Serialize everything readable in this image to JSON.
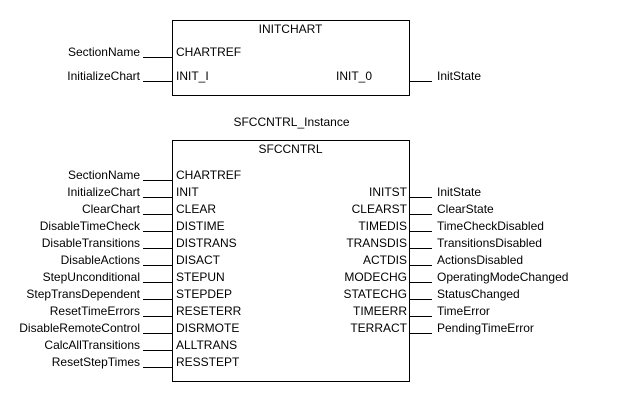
{
  "blocks": [
    {
      "type_name": "INITCHART",
      "instance_name": "",
      "inputs": [
        {
          "pin": "CHARTREF",
          "signal": "SectionName"
        },
        {
          "pin": "INIT_I",
          "signal": "InitializeChart"
        }
      ],
      "outputs": [
        {
          "pin": "INIT_0",
          "signal": "InitState"
        }
      ]
    },
    {
      "type_name": "SFCCNTRL",
      "instance_name": "SFCCNTRL_Instance",
      "inputs": [
        {
          "pin": "CHARTREF",
          "signal": "SectionName"
        },
        {
          "pin": "INIT",
          "signal": "InitializeChart"
        },
        {
          "pin": "CLEAR",
          "signal": "ClearChart"
        },
        {
          "pin": "DISTIME",
          "signal": "DisableTimeCheck"
        },
        {
          "pin": "DISTRANS",
          "signal": "DisableTransitions"
        },
        {
          "pin": "DISACT",
          "signal": "DisableActions"
        },
        {
          "pin": "STEPUN",
          "signal": "StepUnconditional"
        },
        {
          "pin": "STEPDEP",
          "signal": "StepTransDependent"
        },
        {
          "pin": "RESETERR",
          "signal": "ResetTimeErrors"
        },
        {
          "pin": "DISRMOTE",
          "signal": "DisableRemoteControl"
        },
        {
          "pin": "ALLTRANS",
          "signal": "CalcAllTransitions"
        },
        {
          "pin": "RESSTEPT",
          "signal": "ResetStepTimes"
        }
      ],
      "outputs": [
        {
          "pin": "INITST",
          "signal": "InitState"
        },
        {
          "pin": "CLEARST",
          "signal": "ClearState"
        },
        {
          "pin": "TIMEDIS",
          "signal": "TimeCheckDisabled"
        },
        {
          "pin": "TRANSDIS",
          "signal": "TransitionsDisabled"
        },
        {
          "pin": "ACTDIS",
          "signal": "ActionsDisabled"
        },
        {
          "pin": "MODECHG",
          "signal": "OperatingModeChanged"
        },
        {
          "pin": "STATECHG",
          "signal": "StatusChanged"
        },
        {
          "pin": "TIMEERR",
          "signal": "TimeError"
        },
        {
          "pin": "TERRACT",
          "signal": "PendingTimeError"
        }
      ]
    }
  ]
}
